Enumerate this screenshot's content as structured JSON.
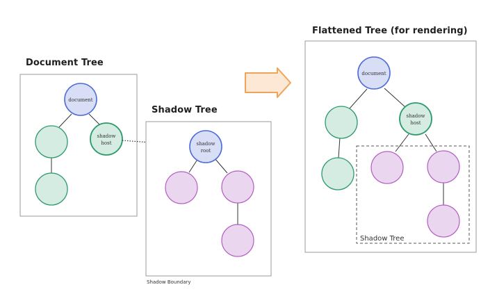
{
  "document_tree": {
    "title": "Document Tree",
    "root_label": "document",
    "host_label_line1": "shadow",
    "host_label_line2": "host"
  },
  "shadow_tree": {
    "title": "Shadow Tree",
    "root_label_line1": "shadow",
    "root_label_line2": "root",
    "boundary_label": "Shadow Boundary"
  },
  "flattened_tree": {
    "title": "Flattened Tree (for rendering)",
    "root_label": "document",
    "host_label_line1": "shadow",
    "host_label_line2": "host",
    "shadow_box_label": "Shadow Tree"
  },
  "colors": {
    "blue_fill": "#d9def7",
    "blue_stroke": "#4d6bd6",
    "green_fill": "#d5ece2",
    "green_stroke": "#2e9a6c",
    "purple_fill": "#ead6ee",
    "purple_stroke": "#b35cc2",
    "arrow_fill": "#fde8d6",
    "arrow_stroke": "#f1a35a"
  }
}
